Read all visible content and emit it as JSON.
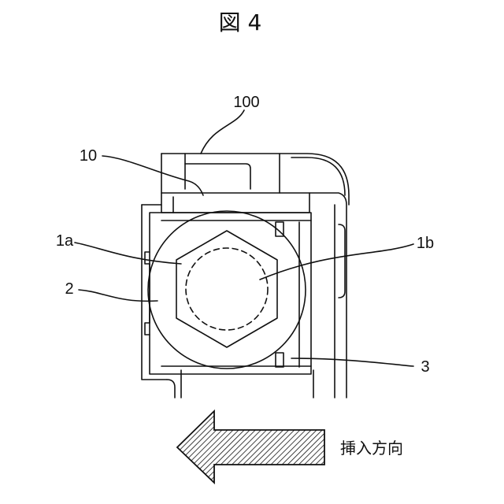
{
  "figure": {
    "title": "図 4"
  },
  "labels": {
    "assembly": "100",
    "housing": "10",
    "hex_face": "1a",
    "shaft": "1b",
    "holder": "2",
    "spring": "3"
  },
  "arrow": {
    "text": "挿入方向"
  },
  "colors": {
    "line": "#111111",
    "background": "#ffffff"
  }
}
